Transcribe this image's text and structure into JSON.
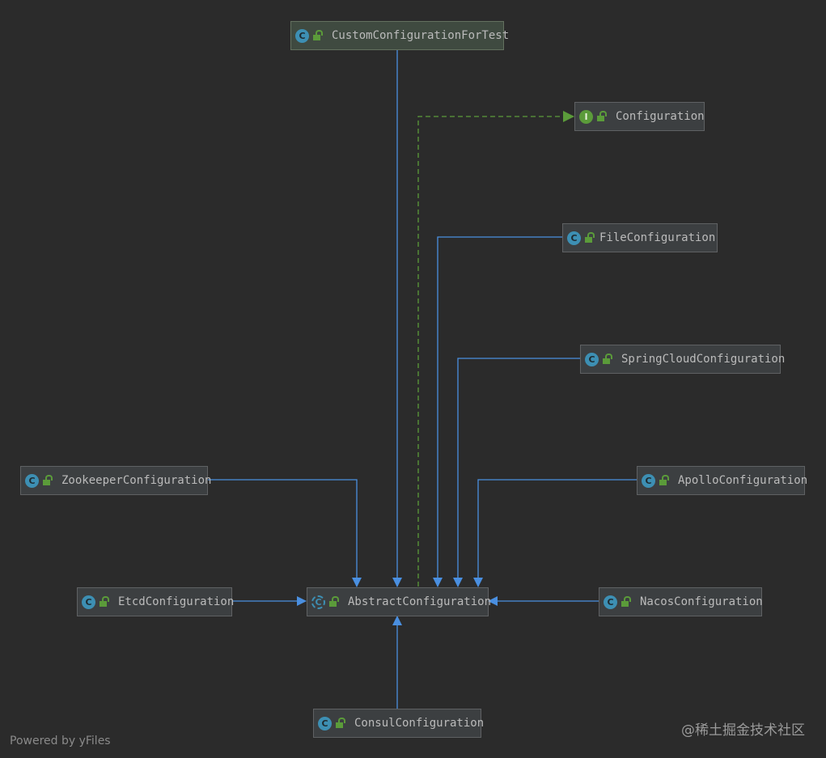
{
  "colors": {
    "background": "#2b2b2b",
    "node_fill": "#3c3f41",
    "extends_arrow": "#4a8fe0",
    "implements_arrow": "#5b9b3a"
  },
  "nodes": {
    "custom_test": {
      "name": "CustomConfigurationForTest",
      "icon": "class-icon"
    },
    "configuration": {
      "name": "Configuration",
      "icon": "interface-icon"
    },
    "file": {
      "name": "FileConfiguration",
      "icon": "class-icon"
    },
    "spring_cloud": {
      "name": "SpringCloudConfiguration",
      "icon": "class-icon"
    },
    "zookeeper": {
      "name": "ZookeeperConfiguration",
      "icon": "class-icon"
    },
    "apollo": {
      "name": "ApolloConfiguration",
      "icon": "class-icon"
    },
    "etcd": {
      "name": "EtcdConfiguration",
      "icon": "class-icon"
    },
    "abstract": {
      "name": "AbstractConfiguration",
      "icon": "abstract-class-icon"
    },
    "nacos": {
      "name": "NacosConfiguration",
      "icon": "class-icon"
    },
    "consul": {
      "name": "ConsulConfiguration",
      "icon": "class-icon"
    }
  },
  "icon_letters": {
    "class": "C",
    "interface": "I"
  },
  "edges": [
    {
      "from": "custom_test",
      "to": "abstract",
      "relation": "extends"
    },
    {
      "from": "abstract",
      "to": "configuration",
      "relation": "implements"
    },
    {
      "from": "file",
      "to": "abstract",
      "relation": "extends"
    },
    {
      "from": "spring_cloud",
      "to": "abstract",
      "relation": "extends"
    },
    {
      "from": "zookeeper",
      "to": "abstract",
      "relation": "extends"
    },
    {
      "from": "apollo",
      "to": "abstract",
      "relation": "extends"
    },
    {
      "from": "etcd",
      "to": "abstract",
      "relation": "extends"
    },
    {
      "from": "nacos",
      "to": "abstract",
      "relation": "extends"
    },
    {
      "from": "consul",
      "to": "abstract",
      "relation": "extends"
    }
  ],
  "footer": {
    "powered_by": "Powered by yFiles",
    "watermark": "@稀土掘金技术社区"
  }
}
